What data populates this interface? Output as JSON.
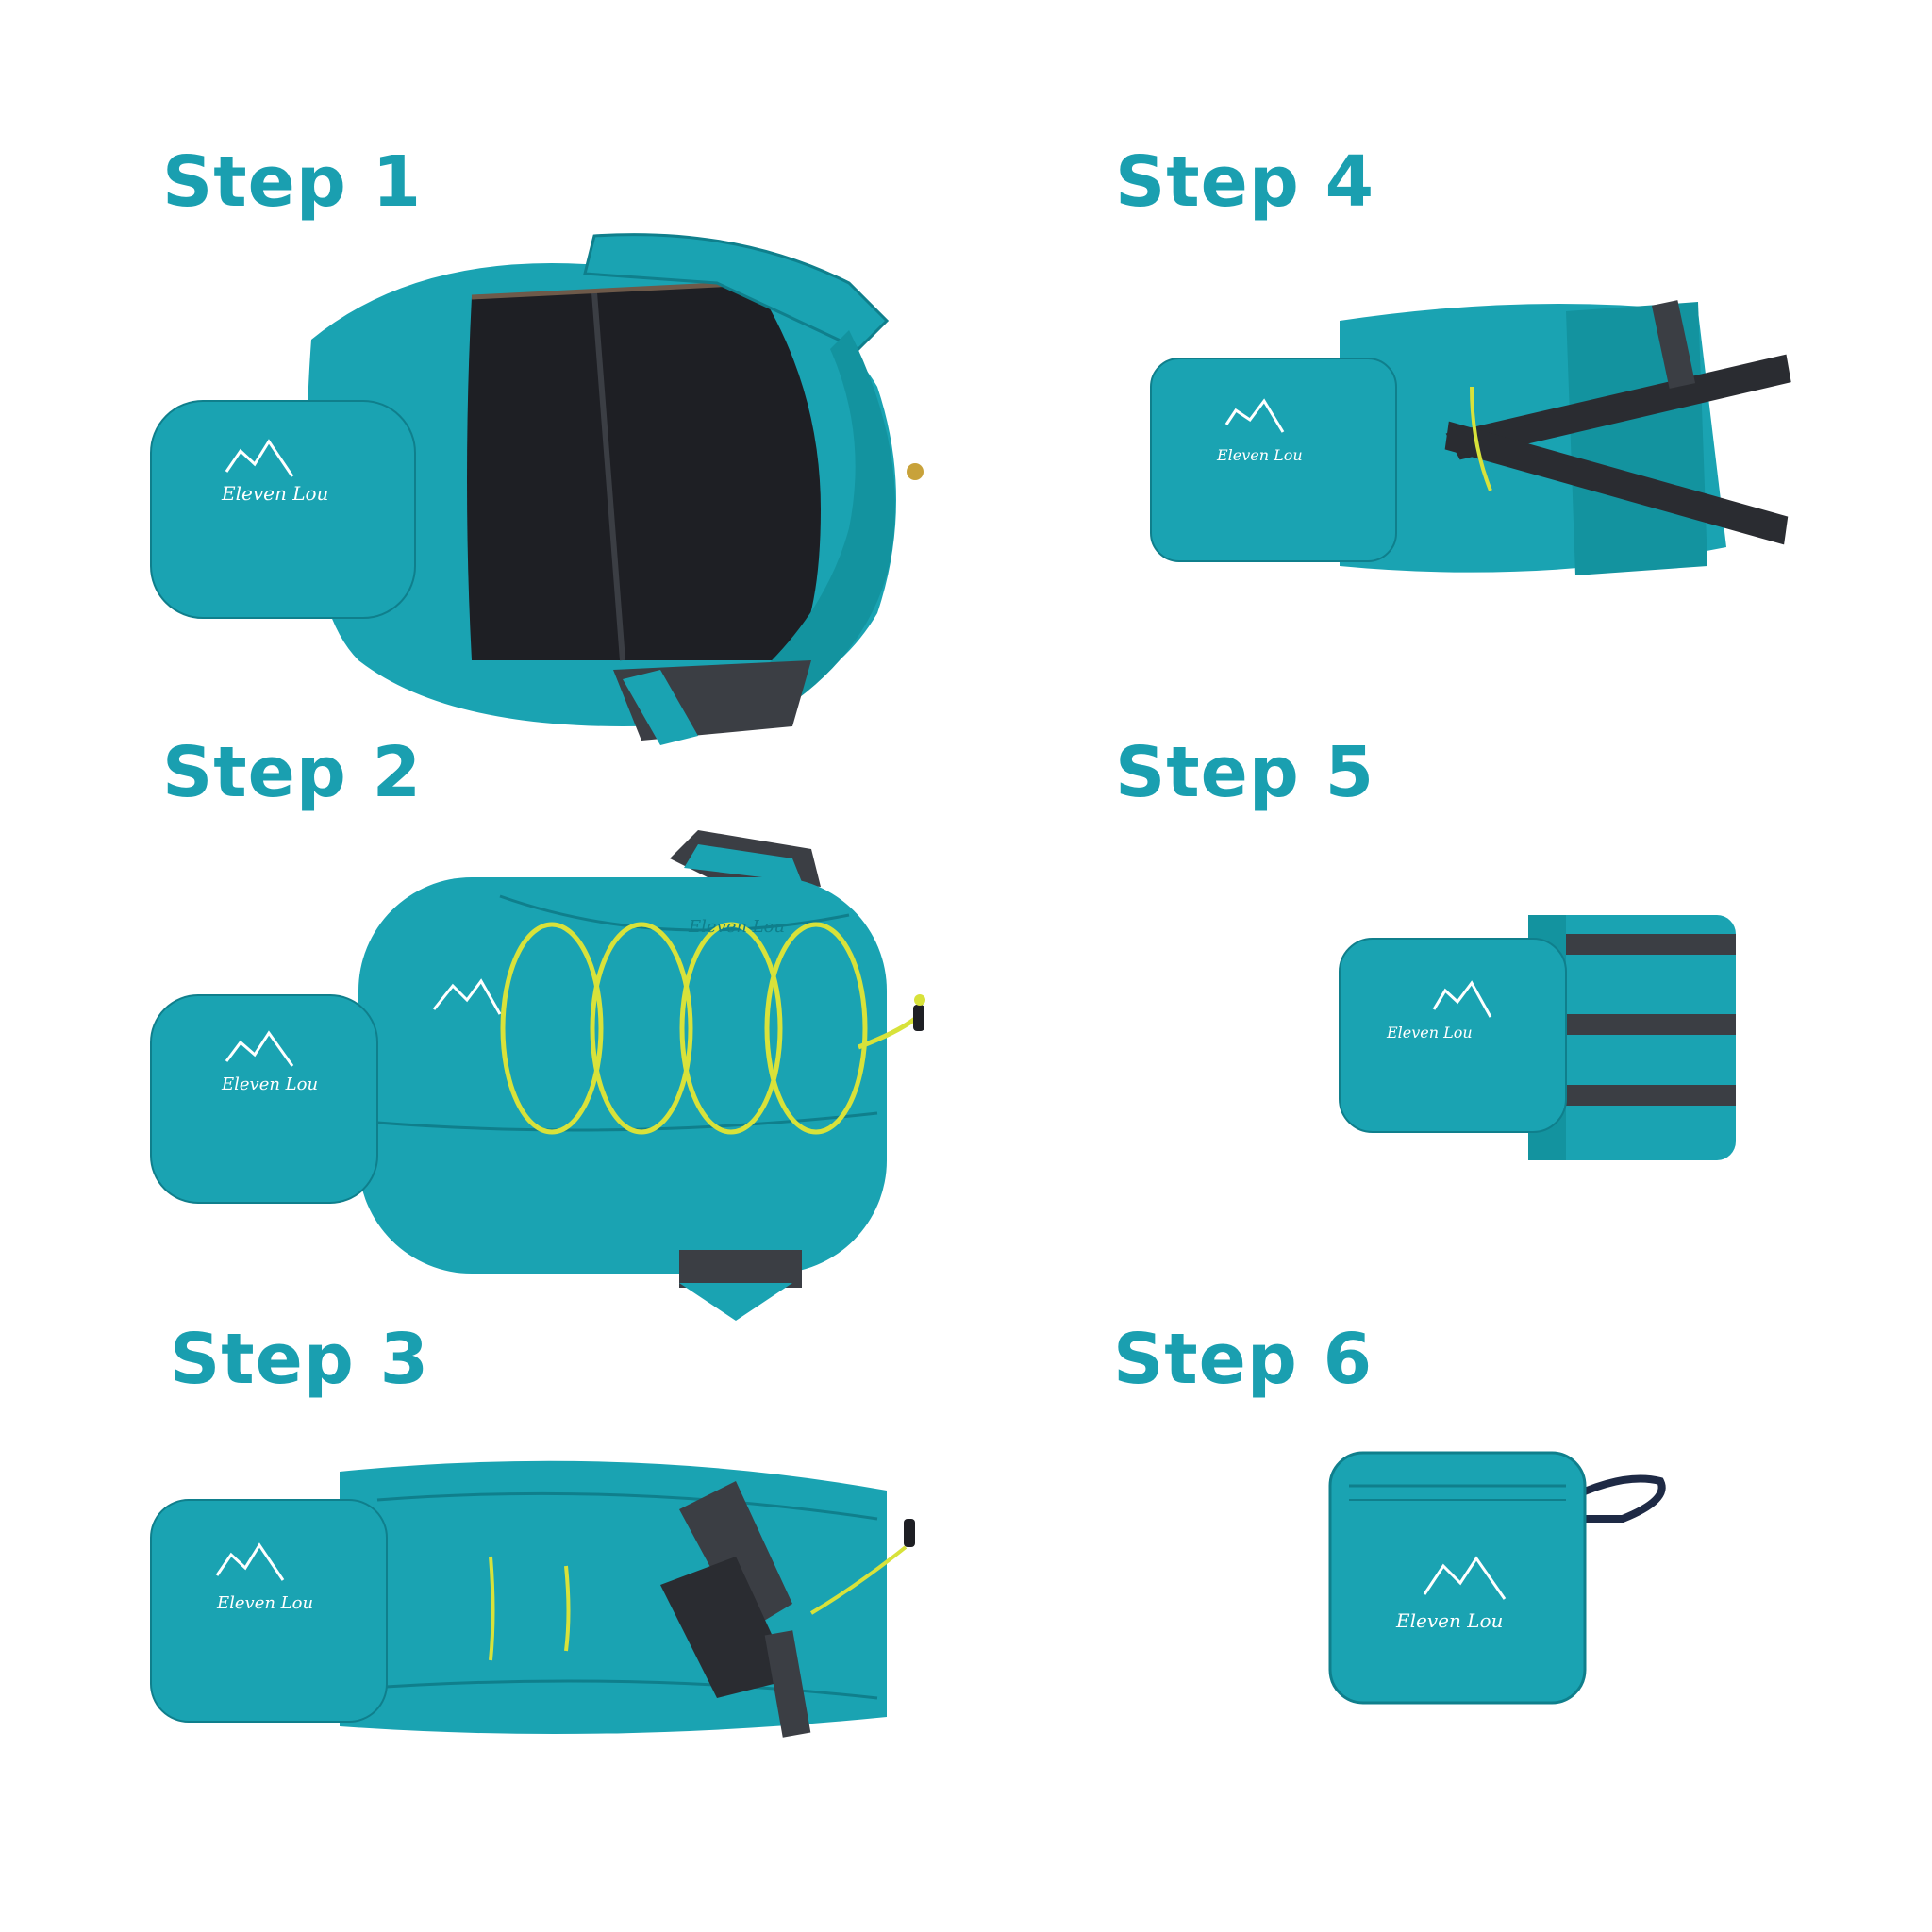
{
  "steps": [
    {
      "label": "Step 1"
    },
    {
      "label": "Step 2"
    },
    {
      "label": "Step 3"
    },
    {
      "label": "Step 4"
    },
    {
      "label": "Step 5"
    },
    {
      "label": "Step 6"
    }
  ],
  "colors": {
    "label_teal": "#1a9fb0",
    "bag_teal": "#1aa3b2",
    "bag_teal_dark": "#0f7f8c",
    "lining_black": "#1e1f24",
    "strap_gray": "#3b3e44",
    "cord_yellow": "#d8e23a",
    "background": "#ffffff"
  },
  "brand_marks": [
    "Eleven Lou",
    "Eleven Lou",
    "Eleven Lou",
    "Eleven Lou",
    "Eleven Lou",
    "Eleven Lou"
  ]
}
